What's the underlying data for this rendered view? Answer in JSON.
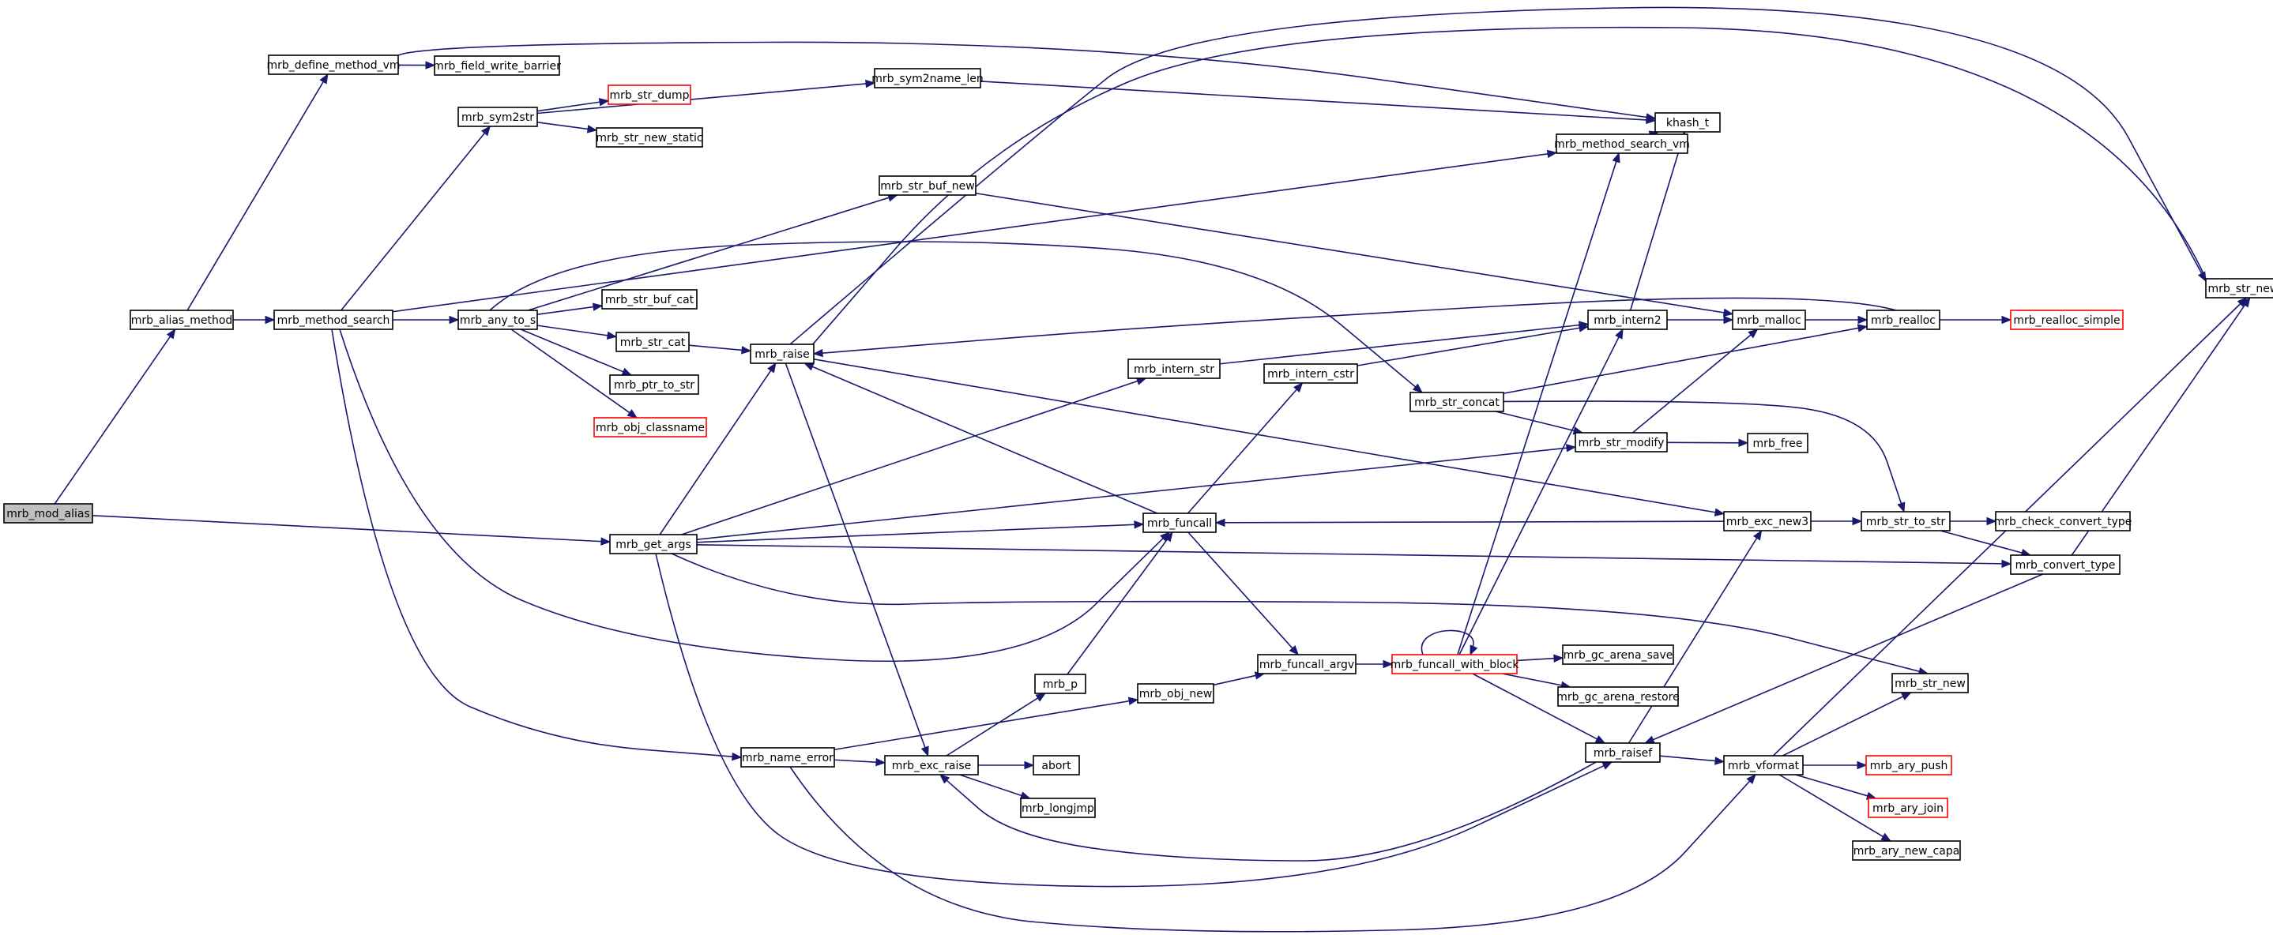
{
  "graph": {
    "colors": {
      "edge": "#191970",
      "node_border": "#000000",
      "truncated_border": "#ff0000",
      "root_fill": "#bfbfbf",
      "node_fill": "#ffffff"
    },
    "nodes": [
      {
        "id": "mrb_mod_alias",
        "label": "mrb_mod_alias",
        "style": "root"
      },
      {
        "id": "mrb_alias_method",
        "label": "mrb_alias_method",
        "style": "normal"
      },
      {
        "id": "mrb_define_method_vm",
        "label": "mrb_define_method_vm",
        "style": "normal"
      },
      {
        "id": "mrb_field_write_barrier",
        "label": "mrb_field_write_barrier",
        "style": "normal"
      },
      {
        "id": "mrb_method_search",
        "label": "mrb_method_search",
        "style": "normal"
      },
      {
        "id": "mrb_sym2str",
        "label": "mrb_sym2str",
        "style": "normal"
      },
      {
        "id": "mrb_str_dump",
        "label": "mrb_str_dump",
        "style": "truncated"
      },
      {
        "id": "mrb_str_new_static",
        "label": "mrb_str_new_static",
        "style": "normal"
      },
      {
        "id": "mrb_sym2name_len",
        "label": "mrb_sym2name_len",
        "style": "normal"
      },
      {
        "id": "khash_t",
        "label": "khash_t",
        "style": "normal"
      },
      {
        "id": "mrb_method_search_vm",
        "label": "mrb_method_search_vm",
        "style": "normal"
      },
      {
        "id": "mrb_str_buf_new",
        "label": "mrb_str_buf_new",
        "style": "normal"
      },
      {
        "id": "mrb_any_to_s",
        "label": "mrb_any_to_s",
        "style": "normal"
      },
      {
        "id": "mrb_str_buf_cat",
        "label": "mrb_str_buf_cat",
        "style": "normal"
      },
      {
        "id": "mrb_str_cat",
        "label": "mrb_str_cat",
        "style": "normal"
      },
      {
        "id": "mrb_ptr_to_str",
        "label": "mrb_ptr_to_str",
        "style": "normal"
      },
      {
        "id": "mrb_obj_classname",
        "label": "mrb_obj_classname",
        "style": "truncated"
      },
      {
        "id": "mrb_raise",
        "label": "mrb_raise",
        "style": "normal"
      },
      {
        "id": "mrb_intern_str",
        "label": "mrb_intern_str",
        "style": "normal"
      },
      {
        "id": "mrb_intern_cstr",
        "label": "mrb_intern_cstr",
        "style": "normal"
      },
      {
        "id": "mrb_intern2",
        "label": "mrb_intern2",
        "style": "normal"
      },
      {
        "id": "mrb_malloc",
        "label": "mrb_malloc",
        "style": "normal"
      },
      {
        "id": "mrb_realloc",
        "label": "mrb_realloc",
        "style": "normal"
      },
      {
        "id": "mrb_realloc_simple",
        "label": "mrb_realloc_simple",
        "style": "truncated"
      },
      {
        "id": "mrb_str_new_cstr",
        "label": "mrb_str_new_cstr",
        "style": "normal"
      },
      {
        "id": "mrb_str_concat",
        "label": "mrb_str_concat",
        "style": "normal"
      },
      {
        "id": "mrb_str_modify",
        "label": "mrb_str_modify",
        "style": "normal"
      },
      {
        "id": "mrb_free",
        "label": "mrb_free",
        "style": "normal"
      },
      {
        "id": "mrb_get_args",
        "label": "mrb_get_args",
        "style": "normal"
      },
      {
        "id": "mrb_funcall",
        "label": "mrb_funcall",
        "style": "normal"
      },
      {
        "id": "mrb_exc_new3",
        "label": "mrb_exc_new3",
        "style": "normal"
      },
      {
        "id": "mrb_str_to_str",
        "label": "mrb_str_to_str",
        "style": "normal"
      },
      {
        "id": "mrb_check_convert_type",
        "label": "mrb_check_convert_type",
        "style": "normal"
      },
      {
        "id": "mrb_convert_type",
        "label": "mrb_convert_type",
        "style": "normal"
      },
      {
        "id": "mrb_gc_arena_save",
        "label": "mrb_gc_arena_save",
        "style": "normal"
      },
      {
        "id": "mrb_funcall_with_block",
        "label": "mrb_funcall_with_block",
        "style": "truncated"
      },
      {
        "id": "mrb_funcall_argv",
        "label": "mrb_funcall_argv",
        "style": "normal"
      },
      {
        "id": "mrb_gc_arena_restore",
        "label": "mrb_gc_arena_restore",
        "style": "normal"
      },
      {
        "id": "mrb_p",
        "label": "mrb_p",
        "style": "normal"
      },
      {
        "id": "mrb_obj_new",
        "label": "mrb_obj_new",
        "style": "normal"
      },
      {
        "id": "mrb_str_new",
        "label": "mrb_str_new",
        "style": "normal"
      },
      {
        "id": "mrb_name_error",
        "label": "mrb_name_error",
        "style": "normal"
      },
      {
        "id": "mrb_exc_raise",
        "label": "mrb_exc_raise",
        "style": "normal"
      },
      {
        "id": "abort",
        "label": "abort",
        "style": "normal"
      },
      {
        "id": "mrb_raisef",
        "label": "mrb_raisef",
        "style": "normal"
      },
      {
        "id": "mrb_vformat",
        "label": "mrb_vformat",
        "style": "normal"
      },
      {
        "id": "mrb_ary_push",
        "label": "mrb_ary_push",
        "style": "truncated"
      },
      {
        "id": "mrb_longjmp",
        "label": "mrb_longjmp",
        "style": "normal"
      },
      {
        "id": "mrb_ary_join",
        "label": "mrb_ary_join",
        "style": "truncated"
      },
      {
        "id": "mrb_ary_new_capa",
        "label": "mrb_ary_new_capa",
        "style": "normal"
      }
    ],
    "edges": [
      [
        "mrb_mod_alias",
        "mrb_alias_method"
      ],
      [
        "mrb_mod_alias",
        "mrb_get_args"
      ],
      [
        "mrb_alias_method",
        "mrb_define_method_vm"
      ],
      [
        "mrb_alias_method",
        "mrb_method_search"
      ],
      [
        "mrb_define_method_vm",
        "mrb_field_write_barrier"
      ],
      [
        "mrb_define_method_vm",
        "khash_t"
      ],
      [
        "mrb_method_search",
        "mrb_sym2str"
      ],
      [
        "mrb_method_search",
        "mrb_method_search_vm"
      ],
      [
        "mrb_method_search",
        "mrb_any_to_s"
      ],
      [
        "mrb_method_search",
        "mrb_funcall"
      ],
      [
        "mrb_method_search",
        "mrb_name_error"
      ],
      [
        "mrb_sym2str",
        "mrb_sym2name_len"
      ],
      [
        "mrb_sym2str",
        "mrb_str_dump"
      ],
      [
        "mrb_sym2str",
        "mrb_str_new_static"
      ],
      [
        "mrb_sym2name_len",
        "khash_t"
      ],
      [
        "mrb_method_search_vm",
        "khash_t"
      ],
      [
        "mrb_any_to_s",
        "mrb_str_buf_new"
      ],
      [
        "mrb_any_to_s",
        "mrb_str_buf_cat"
      ],
      [
        "mrb_any_to_s",
        "mrb_str_cat"
      ],
      [
        "mrb_any_to_s",
        "mrb_ptr_to_str"
      ],
      [
        "mrb_any_to_s",
        "mrb_obj_classname"
      ],
      [
        "mrb_any_to_s",
        "mrb_str_concat"
      ],
      [
        "mrb_str_buf_new",
        "mrb_malloc"
      ],
      [
        "mrb_str_cat",
        "mrb_raise"
      ],
      [
        "mrb_raise",
        "mrb_str_new_cstr"
      ],
      [
        "mrb_raise",
        "mrb_exc_new3"
      ],
      [
        "mrb_raise",
        "mrb_exc_raise"
      ],
      [
        "mrb_str_new_cstr",
        "mrb_raise"
      ],
      [
        "mrb_realloc",
        "mrb_raise"
      ],
      [
        "mrb_get_args",
        "mrb_raise"
      ],
      [
        "mrb_get_args",
        "mrb_intern_str"
      ],
      [
        "mrb_get_args",
        "mrb_str_modify"
      ],
      [
        "mrb_get_args",
        "mrb_funcall"
      ],
      [
        "mrb_get_args",
        "mrb_convert_type"
      ],
      [
        "mrb_get_args",
        "mrb_str_new"
      ],
      [
        "mrb_get_args",
        "mrb_raisef"
      ],
      [
        "mrb_intern_str",
        "mrb_intern2"
      ],
      [
        "mrb_intern_cstr",
        "mrb_intern2"
      ],
      [
        "mrb_intern2",
        "khash_t"
      ],
      [
        "mrb_intern2",
        "mrb_malloc"
      ],
      [
        "mrb_malloc",
        "mrb_realloc"
      ],
      [
        "mrb_realloc",
        "mrb_realloc_simple"
      ],
      [
        "mrb_str_concat",
        "mrb_realloc"
      ],
      [
        "mrb_str_concat",
        "mrb_str_modify"
      ],
      [
        "mrb_str_concat",
        "mrb_str_to_str"
      ],
      [
        "mrb_str_modify",
        "mrb_malloc"
      ],
      [
        "mrb_str_modify",
        "mrb_free"
      ],
      [
        "mrb_funcall",
        "mrb_raise"
      ],
      [
        "mrb_funcall",
        "mrb_intern_cstr"
      ],
      [
        "mrb_funcall",
        "mrb_funcall_argv"
      ],
      [
        "mrb_exc_new3",
        "mrb_funcall"
      ],
      [
        "mrb_exc_new3",
        "mrb_str_to_str"
      ],
      [
        "mrb_str_to_str",
        "mrb_check_convert_type"
      ],
      [
        "mrb_str_to_str",
        "mrb_convert_type"
      ],
      [
        "mrb_convert_type",
        "mrb_str_new_cstr"
      ],
      [
        "mrb_convert_type",
        "mrb_raisef"
      ],
      [
        "mrb_funcall_argv",
        "mrb_funcall_with_block"
      ],
      [
        "mrb_funcall_with_block",
        "mrb_funcall_with_block"
      ],
      [
        "mrb_funcall_with_block",
        "mrb_method_search_vm"
      ],
      [
        "mrb_funcall_with_block",
        "mrb_intern2"
      ],
      [
        "mrb_funcall_with_block",
        "mrb_gc_arena_save"
      ],
      [
        "mrb_funcall_with_block",
        "mrb_gc_arena_restore"
      ],
      [
        "mrb_funcall_with_block",
        "mrb_raisef"
      ],
      [
        "mrb_obj_new",
        "mrb_funcall_argv"
      ],
      [
        "mrb_p",
        "mrb_funcall"
      ],
      [
        "mrb_name_error",
        "mrb_obj_new"
      ],
      [
        "mrb_name_error",
        "mrb_exc_raise"
      ],
      [
        "mrb_name_error",
        "mrb_vformat"
      ],
      [
        "mrb_exc_raise",
        "mrb_p"
      ],
      [
        "mrb_exc_raise",
        "abort"
      ],
      [
        "mrb_exc_raise",
        "mrb_longjmp"
      ],
      [
        "mrb_raisef",
        "mrb_exc_new3"
      ],
      [
        "mrb_raisef",
        "mrb_exc_raise"
      ],
      [
        "mrb_raisef",
        "mrb_vformat"
      ],
      [
        "mrb_vformat",
        "mrb_str_new"
      ],
      [
        "mrb_vformat",
        "mrb_str_new_cstr"
      ],
      [
        "mrb_vformat",
        "mrb_ary_push"
      ],
      [
        "mrb_vformat",
        "mrb_ary_join"
      ],
      [
        "mrb_vformat",
        "mrb_ary_new_capa"
      ]
    ]
  }
}
